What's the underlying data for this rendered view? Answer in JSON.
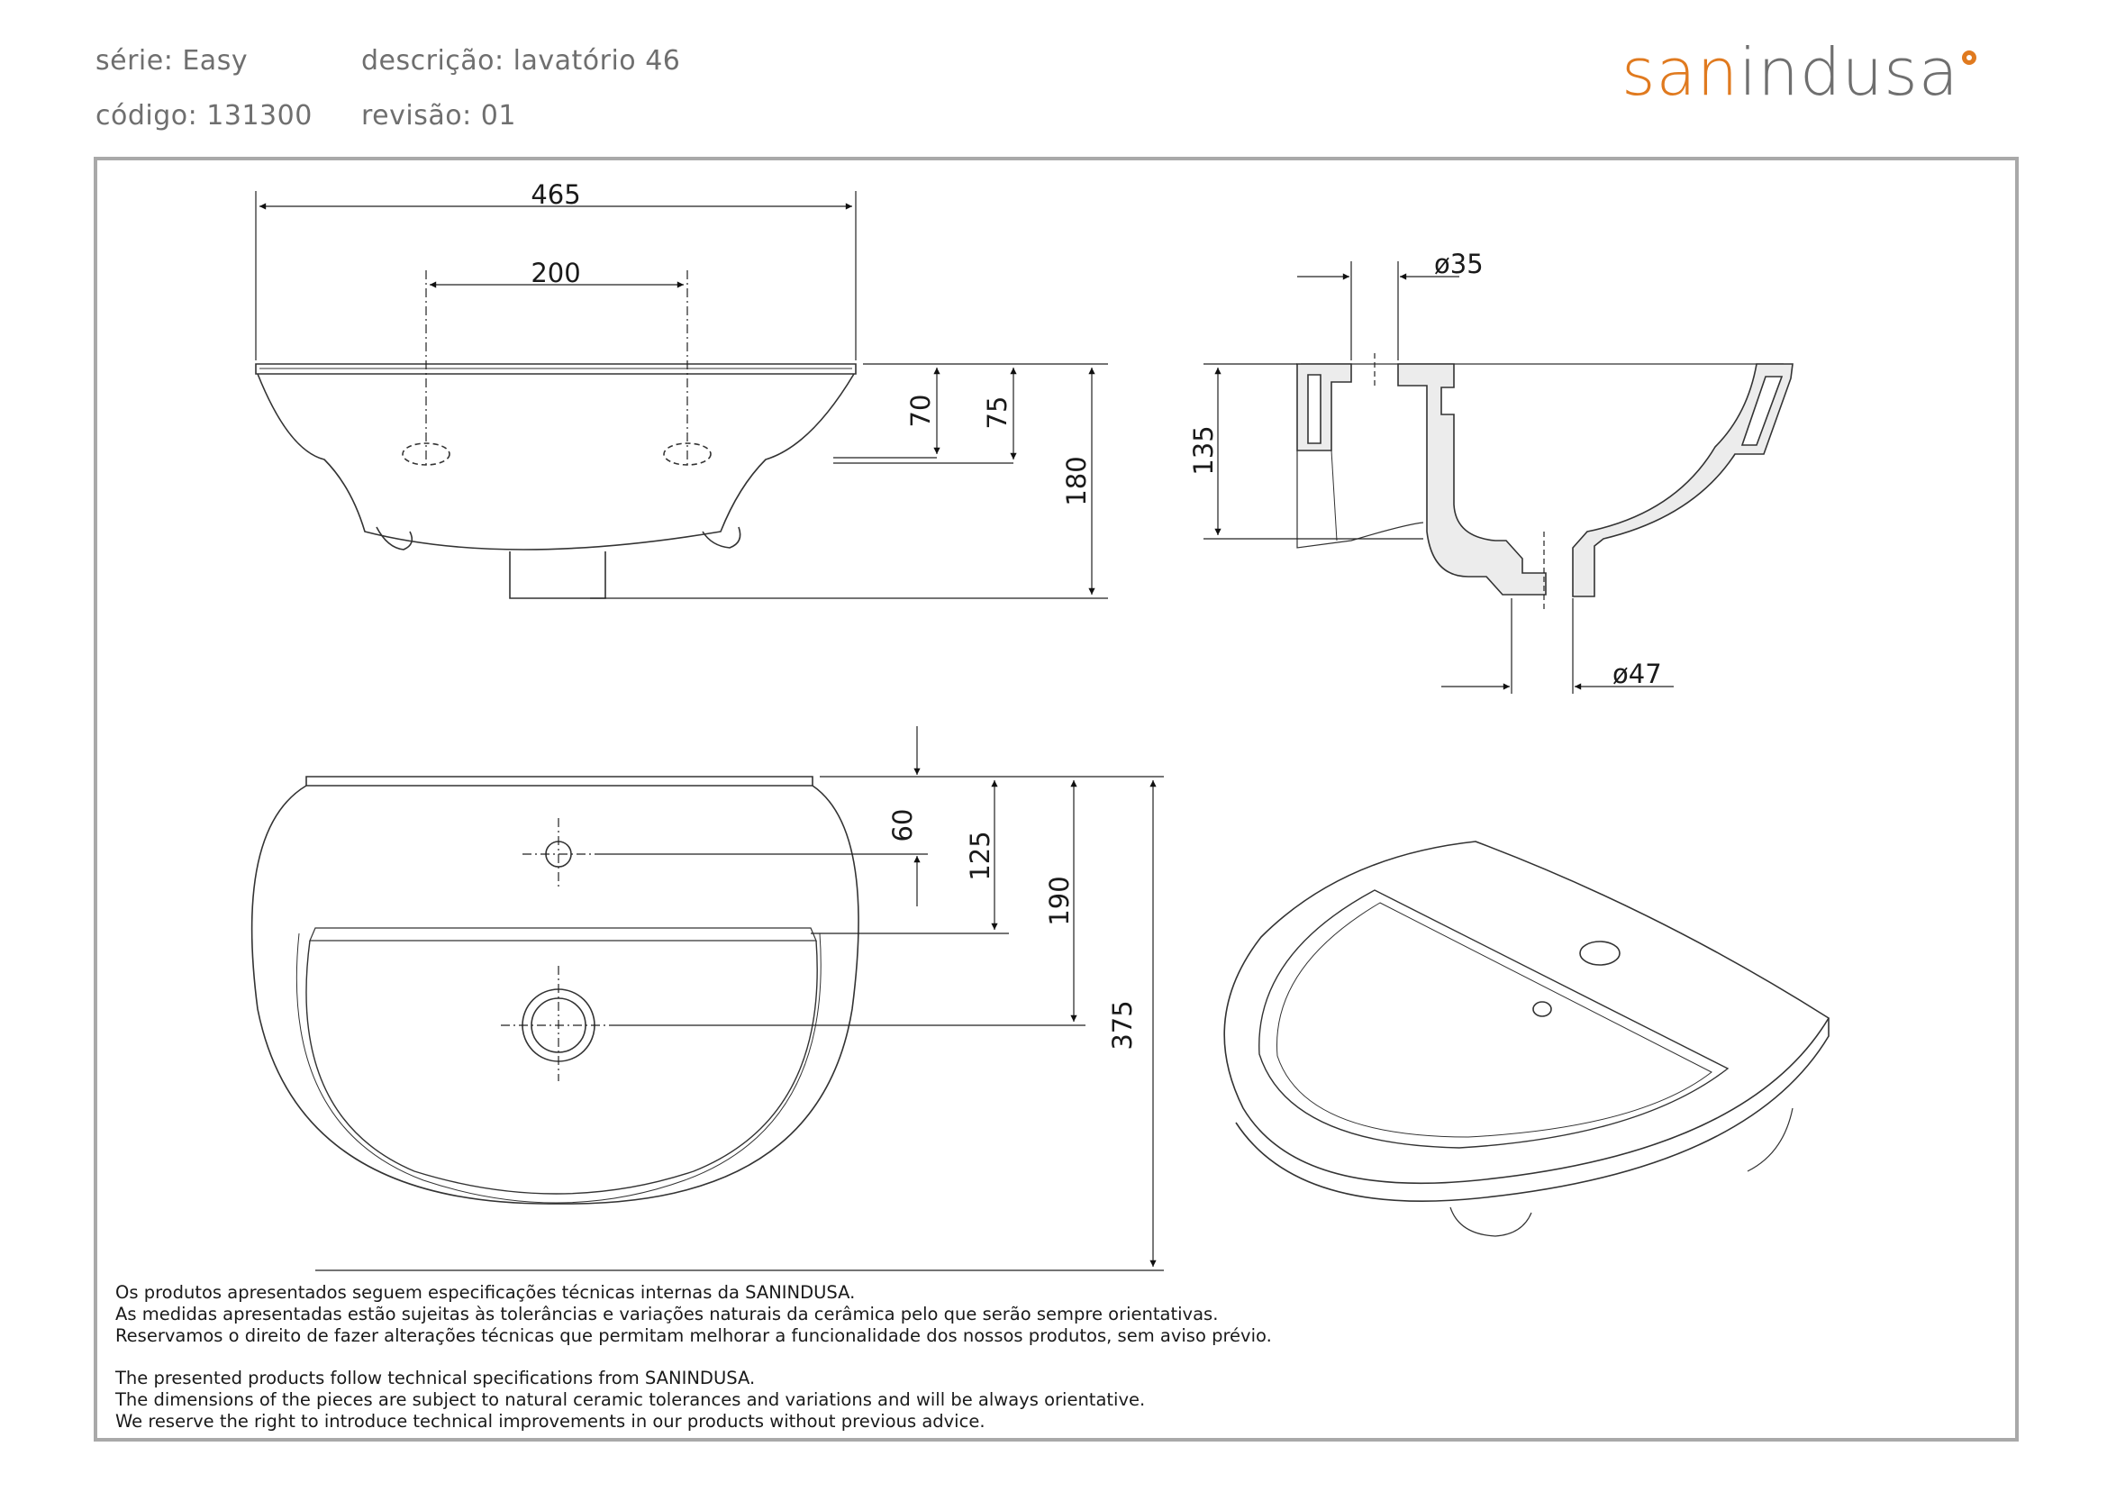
{
  "header": {
    "serie": "série: Easy",
    "descricao": "descrição: lavatório 46",
    "codigo": "código: 131300",
    "revisao": "revisão: 01"
  },
  "logo": {
    "part1": "san",
    "part2": "indusa",
    "accent_color": "#e07a1f",
    "text_color": "#6f6f6f"
  },
  "dimensions": {
    "front_width": "465",
    "front_tap_spacing": "200",
    "front_70": "70",
    "front_75": "75",
    "front_180": "180",
    "section_135": "135",
    "section_d35": "ø35",
    "section_d47": "ø47",
    "top_60": "60",
    "top_125": "125",
    "top_190": "190",
    "top_375": "375"
  },
  "notes": {
    "pt": [
      "Os produtos apresentados seguem especificações técnicas internas da SANINDUSA.",
      "As medidas apresentadas estão sujeitas às tolerâncias e variações naturais da cerâmica pelo que serão sempre orientativas.",
      "Reservamos o direito de fazer alterações técnicas que permitam melhorar a funcionalidade dos nossos produtos, sem aviso prévio."
    ],
    "en": [
      "The presented products follow technical specifications from SANINDUSA.",
      "The dimensions of the pieces are subject to natural ceramic tolerances and variations and will be always orientative.",
      "We reserve the right to introduce technical improvements in our products without previous advice."
    ]
  }
}
